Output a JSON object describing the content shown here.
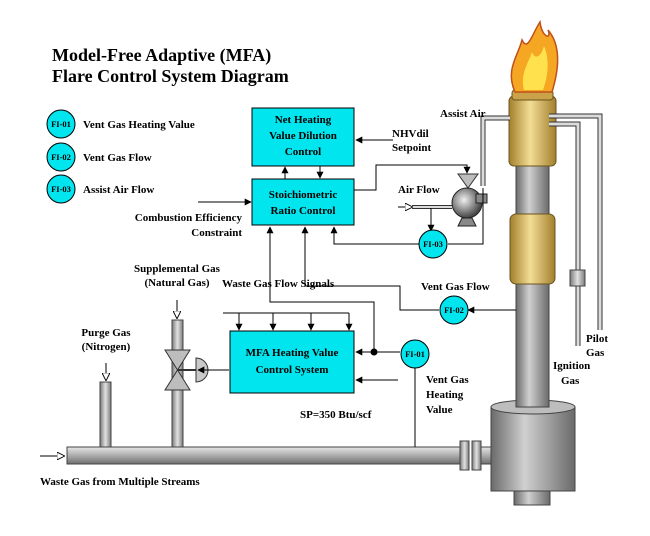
{
  "title": {
    "line1": "Model-Free Adaptive (MFA)",
    "line2": "Flare Control System Diagram"
  },
  "legend": [
    {
      "tag": "FI-01",
      "label": "Vent Gas Heating Value"
    },
    {
      "tag": "FI-02",
      "label": "Vent Gas Flow"
    },
    {
      "tag": "FI-03",
      "label": "Assist Air Flow"
    }
  ],
  "boxes": {
    "nhv": [
      "Net Heating",
      "Value Dilution",
      "Control"
    ],
    "stoich": [
      "Stoichiometric",
      "Ratio Control"
    ],
    "mfa": [
      "MFA Heating Value",
      "Control System"
    ]
  },
  "instruments": {
    "fi01": "FI-01",
    "fi02": "FI-02",
    "fi03": "FI-03"
  },
  "labels": {
    "nhvdil": [
      "NHVdil",
      "Setpoint"
    ],
    "air_flow": "Air Flow",
    "assist_air": "Assist Air",
    "combustion": [
      "Combustion Efficiency",
      "Constraint"
    ],
    "supplemental": [
      "Supplemental Gas",
      "(Natural Gas)"
    ],
    "waste_signals": "Waste Gas Flow Signals",
    "vent_flow": "Vent Gas Flow",
    "purge": [
      "Purge Gas",
      "(Nitrogen)"
    ],
    "sp": "SP=350 Btu/scf",
    "vent_heating": [
      "Vent Gas",
      "Heating",
      "Value"
    ],
    "pilot": [
      "Pilot",
      "Gas"
    ],
    "ignition": [
      "Ignition",
      "Gas"
    ],
    "waste_gas": "Waste Gas from Multiple Streams"
  },
  "colors": {
    "box_fill": "#00e5ee",
    "instrument_fill": "#00e5ee",
    "stack": "#9a9a9a",
    "gold": "#d6b45a",
    "flame": "#f5a623"
  }
}
